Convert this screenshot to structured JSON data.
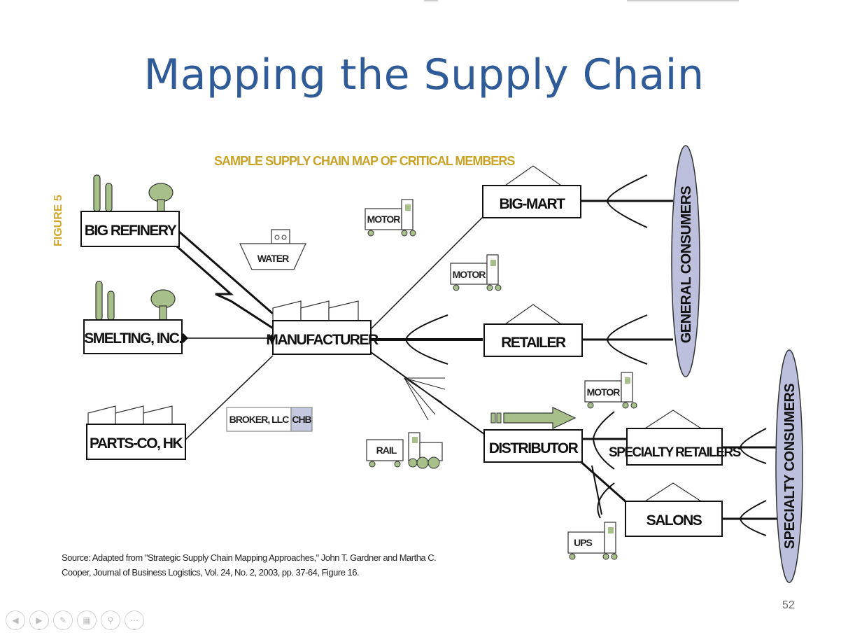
{
  "slide": {
    "title": "Mapping the Supply Chain",
    "page_number": "52"
  },
  "map": {
    "title": "SAMPLE SUPPLY CHAIN MAP OF CRITICAL MEMBERS",
    "figure_label": "FIGURE 5",
    "nodes": {
      "big_refinery": "BIG REFINERY",
      "smelting": "SMELTING, INC.",
      "parts_co": "PARTS-CO, HK",
      "manufacturer": "MANUFACTURER",
      "big_mart": "BIG-MART",
      "retailer": "RETAILER",
      "distributor": "DISTRIBUTOR",
      "specialty_retailers": "SPECIALTY RETAILERS",
      "salons": "SALONS",
      "broker": "BROKER, LLC",
      "broker_tag": "CHB"
    },
    "transport": {
      "water": "WATER",
      "motor1": "MOTOR",
      "motor2": "MOTOR",
      "motor3": "MOTOR",
      "rail": "RAIL",
      "ups": "UPS"
    },
    "consumers": {
      "general": "GENERAL CONSUMERS",
      "specialty": "SPECIALTY CONSUMERS"
    },
    "colors": {
      "accent_green": "#a7c08a",
      "title_gold": "#c9a227",
      "consumer_fill": "#bcc0dc",
      "chb_fill": "#c5c9e0"
    }
  },
  "source": {
    "line1": "Source: Adapted from \"Strategic Supply Chain Mapping Approaches,\" John T. Gardner and Martha C.",
    "line2": "Cooper, Journal of Business Logistics, Vol. 24, No. 2, 2003, pp. 37-64, Figure 16."
  },
  "nav_icons": [
    "prev-icon",
    "next-icon",
    "pen-icon",
    "slides-icon",
    "zoom-icon",
    "more-icon"
  ]
}
